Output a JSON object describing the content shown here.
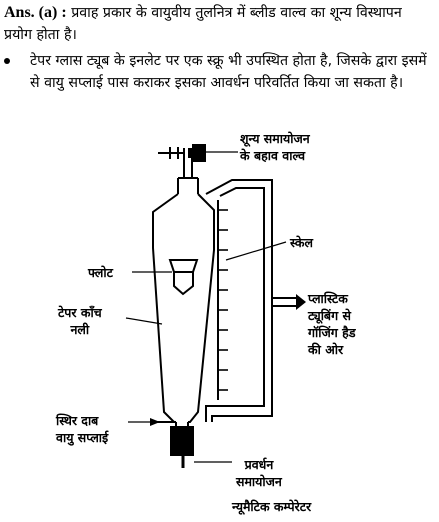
{
  "answer": {
    "label": "Ans. (a) :",
    "text": "प्रवाह प्रकार के वायुवीय तुलनित्र में ब्लीड वाल्व का शून्य विस्थापन प्रयोग होता है।"
  },
  "bullet": {
    "text": "टेपर ग्लास ट्यूब के इनलेट पर एक स्क्रू भी उपस्थित होता है, जिसके द्वारा इसमें से वायु सप्लाई पास कराकर इसका आवर्धन परिवर्तित किया जा सकता है।"
  },
  "diagram": {
    "labels": {
      "zero_adjust_1": "शून्य समायोजन",
      "zero_adjust_2": "के बहाव वाल्व",
      "scale": "स्केल",
      "float": "फ्लोट",
      "plastic_1": "प्लास्टिक",
      "plastic_2": "ट्यूबिंग से",
      "plastic_3": "गॉजिंग हैड",
      "plastic_4": "की ओर",
      "taper_1": "टेपर काँच",
      "taper_2": "नली",
      "supply_1": "स्थिर दाब",
      "supply_2": "वायु सप्लाई",
      "mag_1": "प्रवर्धन",
      "mag_2": "समायोजन"
    },
    "caption": "न्यूमैटिक कम्पेरेटर"
  }
}
